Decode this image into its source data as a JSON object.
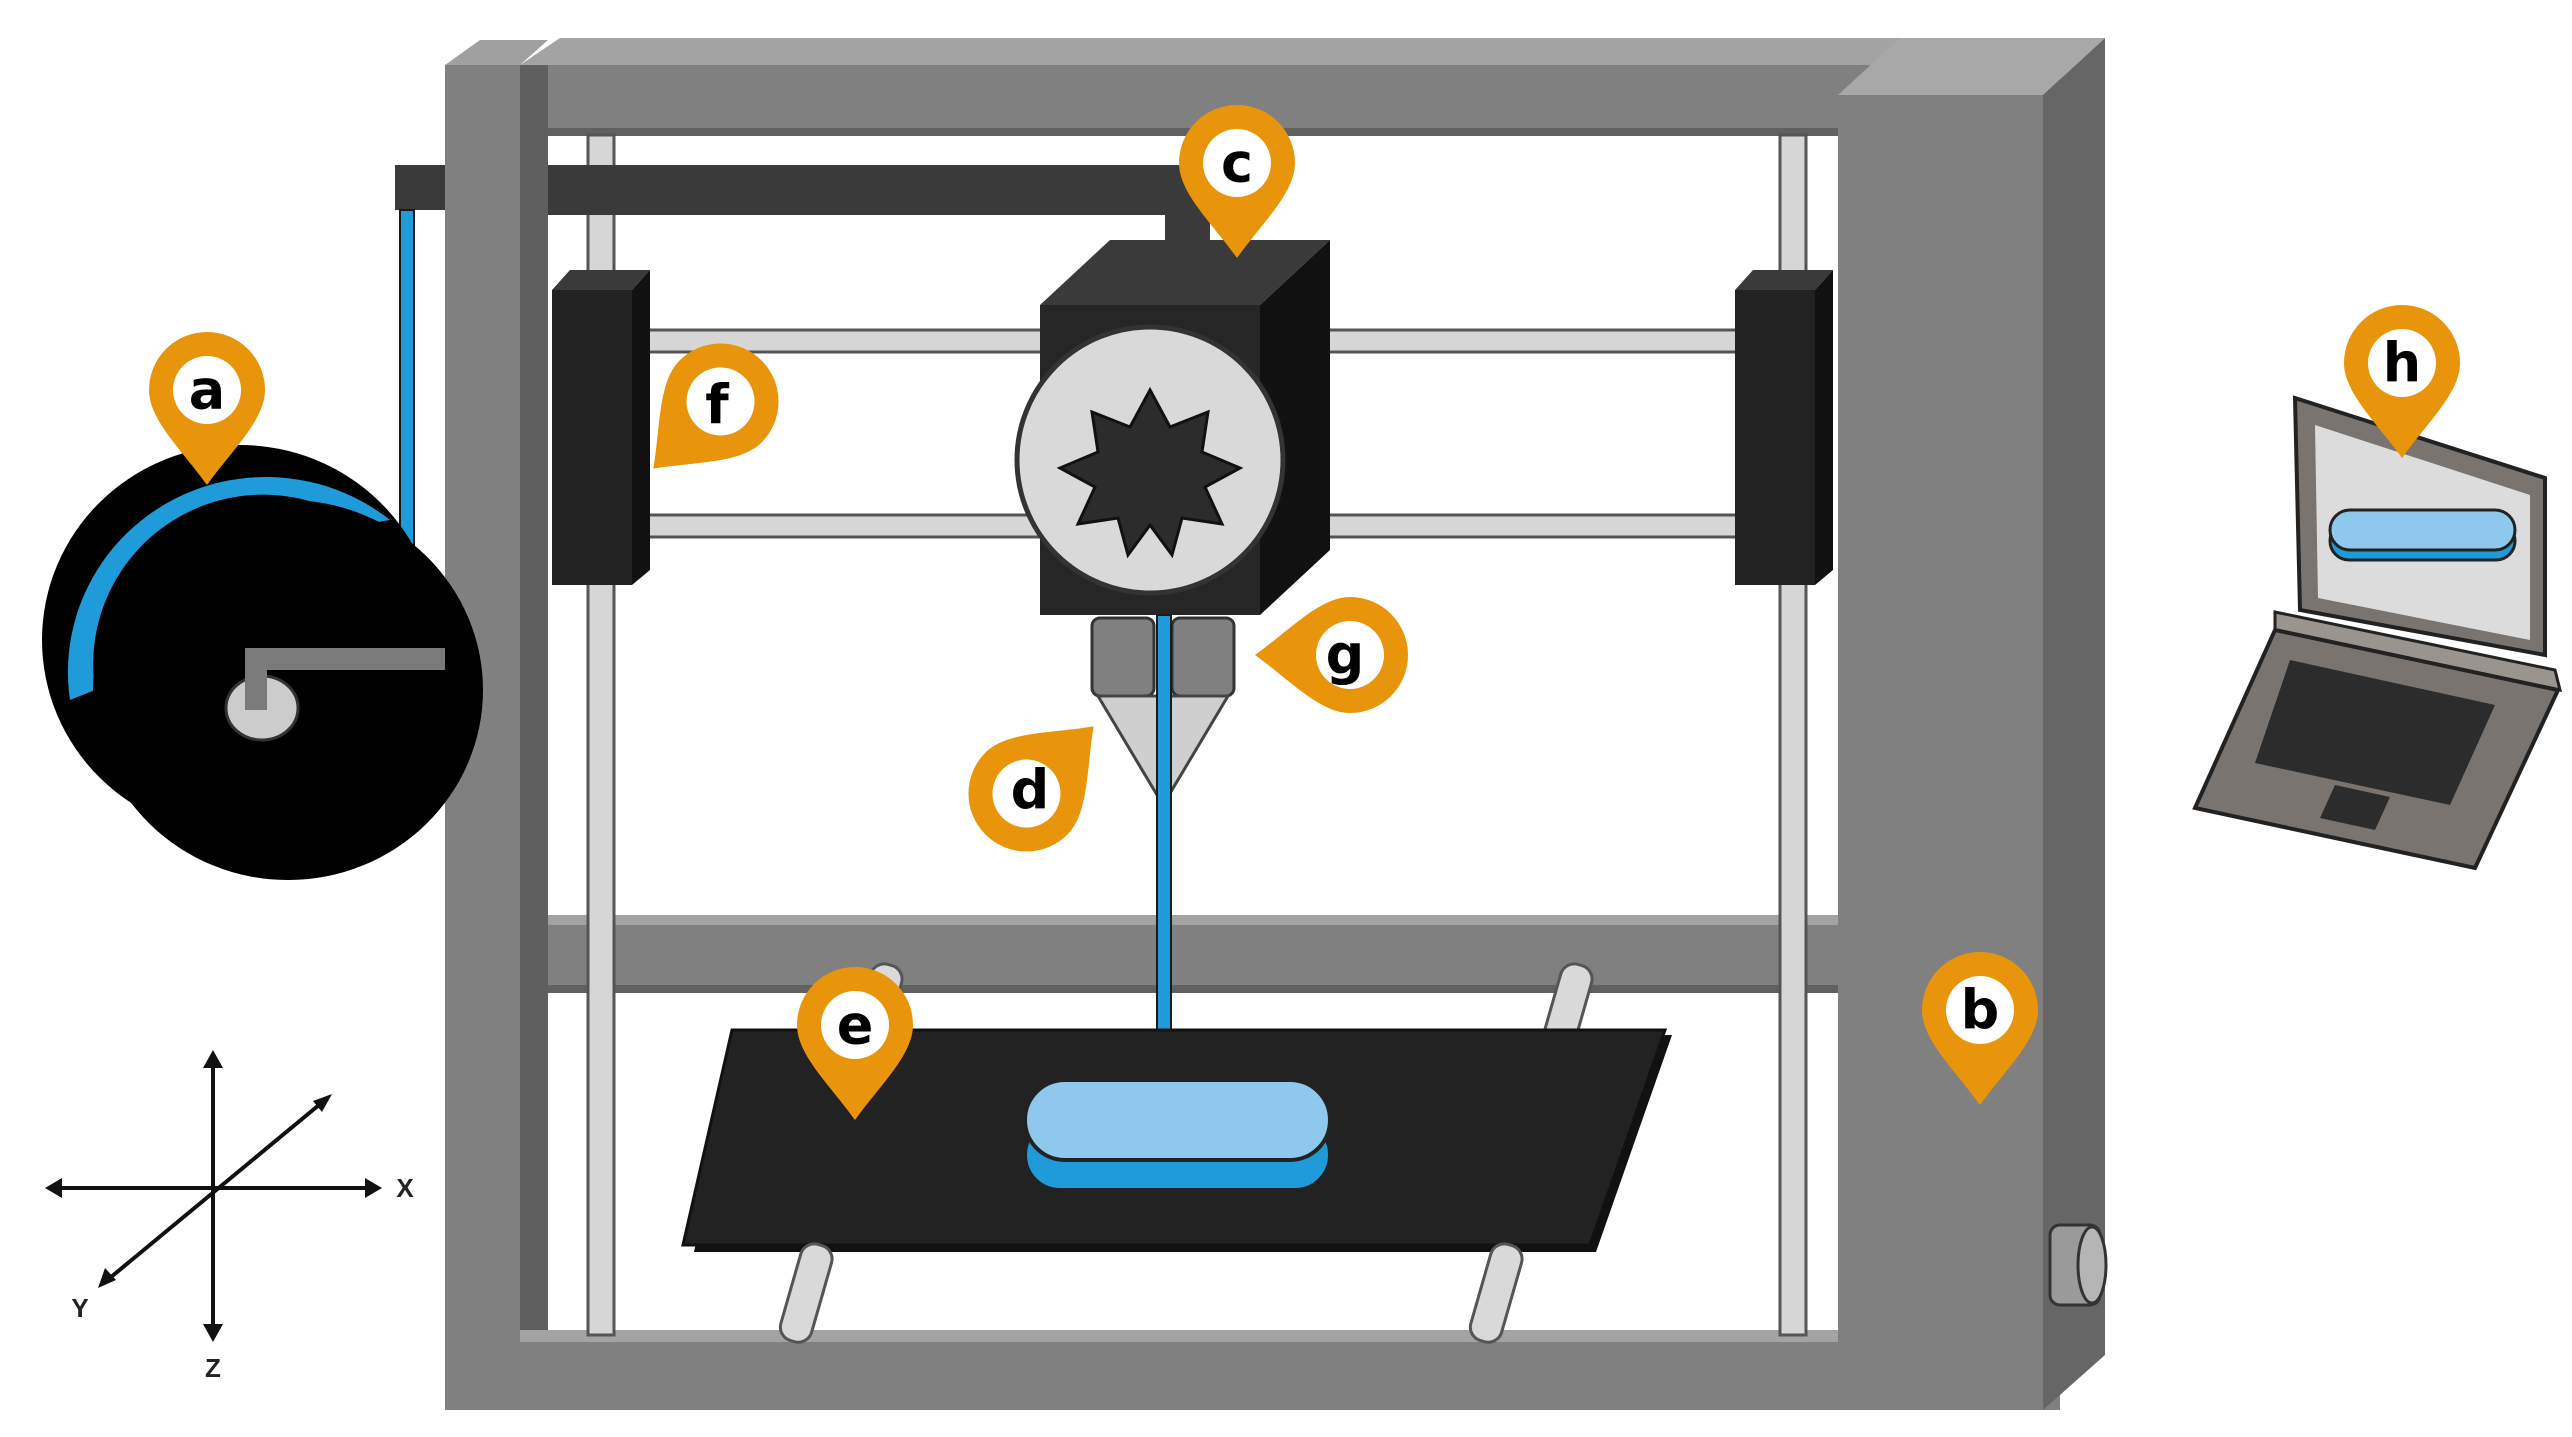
{
  "colors": {
    "frame": "#808080",
    "frame_dark": "#5a5a5a",
    "frame_side": "#6e6e6e",
    "black_part": "#222222",
    "rod": "#d6d6d6",
    "filament": "#1f9bd9",
    "print_light": "#8ec8ec",
    "pin": "#e8950c",
    "pin_center": "#ffffff",
    "laptop": "#7a7470",
    "laptop_screen": "#dcdcdc"
  },
  "pins": [
    {
      "id": "a",
      "label": "a"
    },
    {
      "id": "b",
      "label": "b"
    },
    {
      "id": "c",
      "label": "c"
    },
    {
      "id": "d",
      "label": "d"
    },
    {
      "id": "e",
      "label": "e"
    },
    {
      "id": "f",
      "label": "f"
    },
    {
      "id": "g",
      "label": "g"
    },
    {
      "id": "h",
      "label": "h"
    }
  ],
  "axes": {
    "x": "X",
    "y": "Y",
    "z": "Z"
  }
}
